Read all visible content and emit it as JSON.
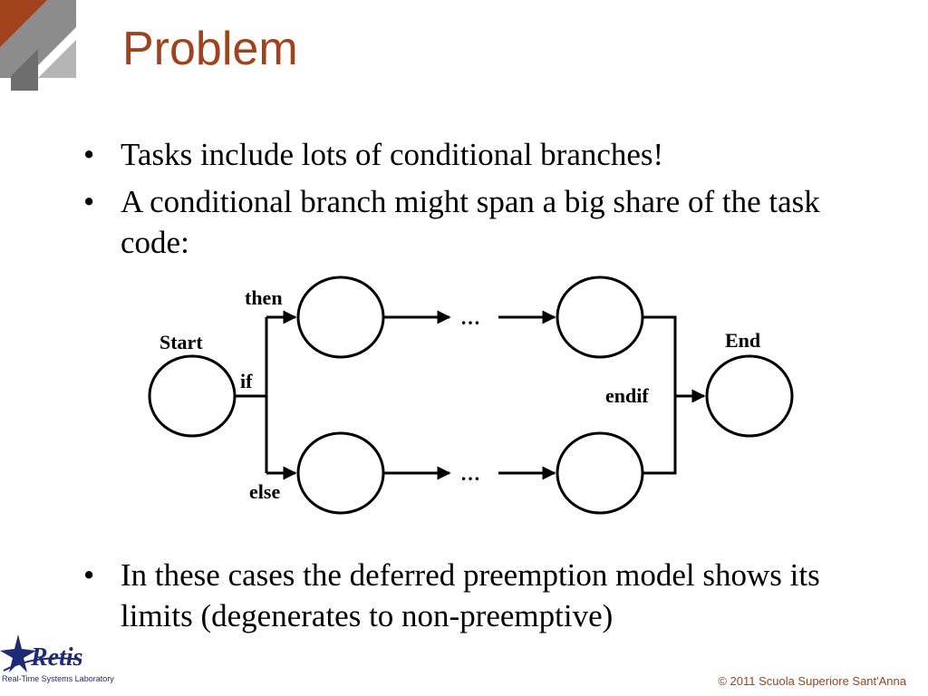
{
  "slide": {
    "title": "Problem",
    "bullets": [
      "Tasks include lots of conditional branches!",
      "A conditional branch might span a big share of the task code:",
      "In these cases the deferred preemption model shows its limits (degenerates to non-preemptive)"
    ],
    "bullet_symbol": "•"
  },
  "diagram": {
    "labels": {
      "start": "Start",
      "end": "End",
      "if": "if",
      "then": "then",
      "else": "else",
      "endif": "endif",
      "ellipsis_top": "…",
      "ellipsis_bottom": "…"
    }
  },
  "logo": {
    "name": "Retis",
    "tagline": "Real-Time Systems Laboratory",
    "accent_color": "#a0421c",
    "icon": "house-corner-logo-icon"
  },
  "footer": {
    "copyright": "© 2011 Scuola Superiore Sant'Anna"
  }
}
